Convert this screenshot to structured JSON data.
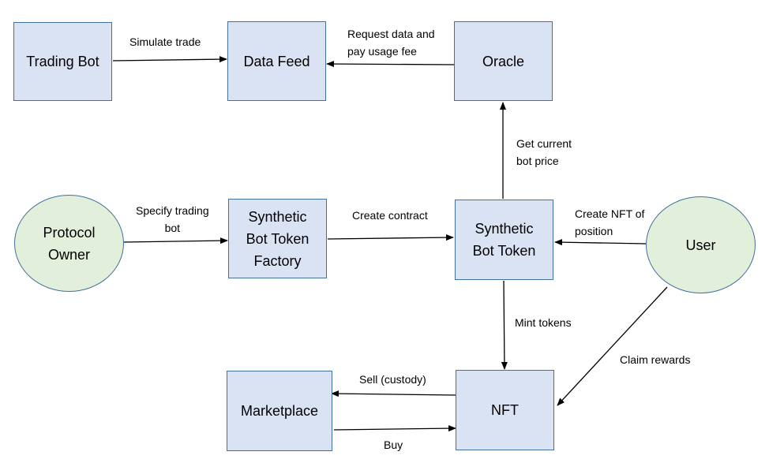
{
  "nodes": {
    "trading_bot": "Trading Bot",
    "data_feed": "Data Feed",
    "oracle": "Oracle",
    "protocol_owner": "Protocol\nOwner",
    "factory": "Synthetic\nBot Token\nFactory",
    "synthetic_token": "Synthetic\nBot Token",
    "user": "User",
    "marketplace": "Marketplace",
    "nft": "NFT"
  },
  "edges": {
    "simulate_trade": "Simulate trade",
    "request_data": "Request data and\npay usage fee",
    "get_price": "Get current\nbot price",
    "specify_bot": "Specify trading\nbot",
    "create_contract": "Create contract",
    "create_nft": "Create NFT of\nposition",
    "mint_tokens": "Mint tokens",
    "claim_rewards": "Claim rewards",
    "sell": "Sell (custody)",
    "buy": "Buy"
  },
  "colors": {
    "box_fill": "#dae3f3",
    "ellipse_fill": "#e2efda",
    "border": "#41719c",
    "arrow": "#000000"
  }
}
